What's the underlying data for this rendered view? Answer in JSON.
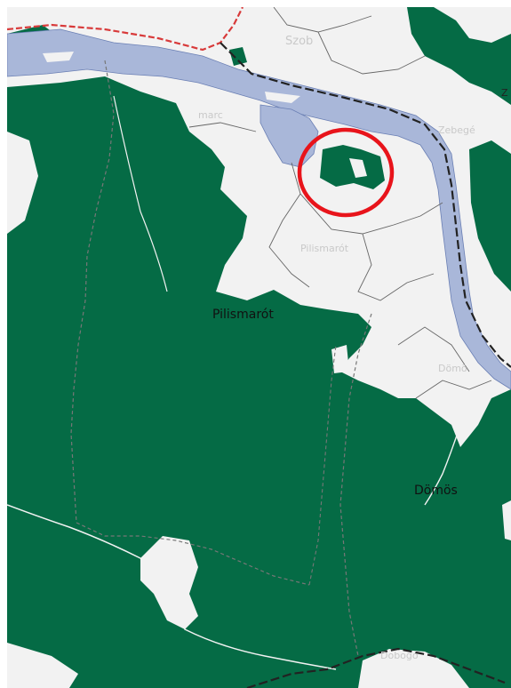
{
  "map": {
    "colors": {
      "forest": "#056b45",
      "open_land": "#f2f2f2",
      "water": "#a9b7d9",
      "highlight_circle": "#e8141b",
      "border_national": "#d83a3a",
      "admin_boundary": "#555555"
    },
    "labels": {
      "pilismarot_main": "Pilismarót",
      "domos_main": "Dömös",
      "szob": "Szob",
      "pilismarot_faint": "Pilismarót",
      "zebegeny": "Zebegé",
      "domos_faint": "Dömö",
      "dobogoko": "Dobogó",
      "marc": "marc",
      "z_edge": "Z"
    },
    "highlight": {
      "description": "highlighted-area"
    }
  }
}
